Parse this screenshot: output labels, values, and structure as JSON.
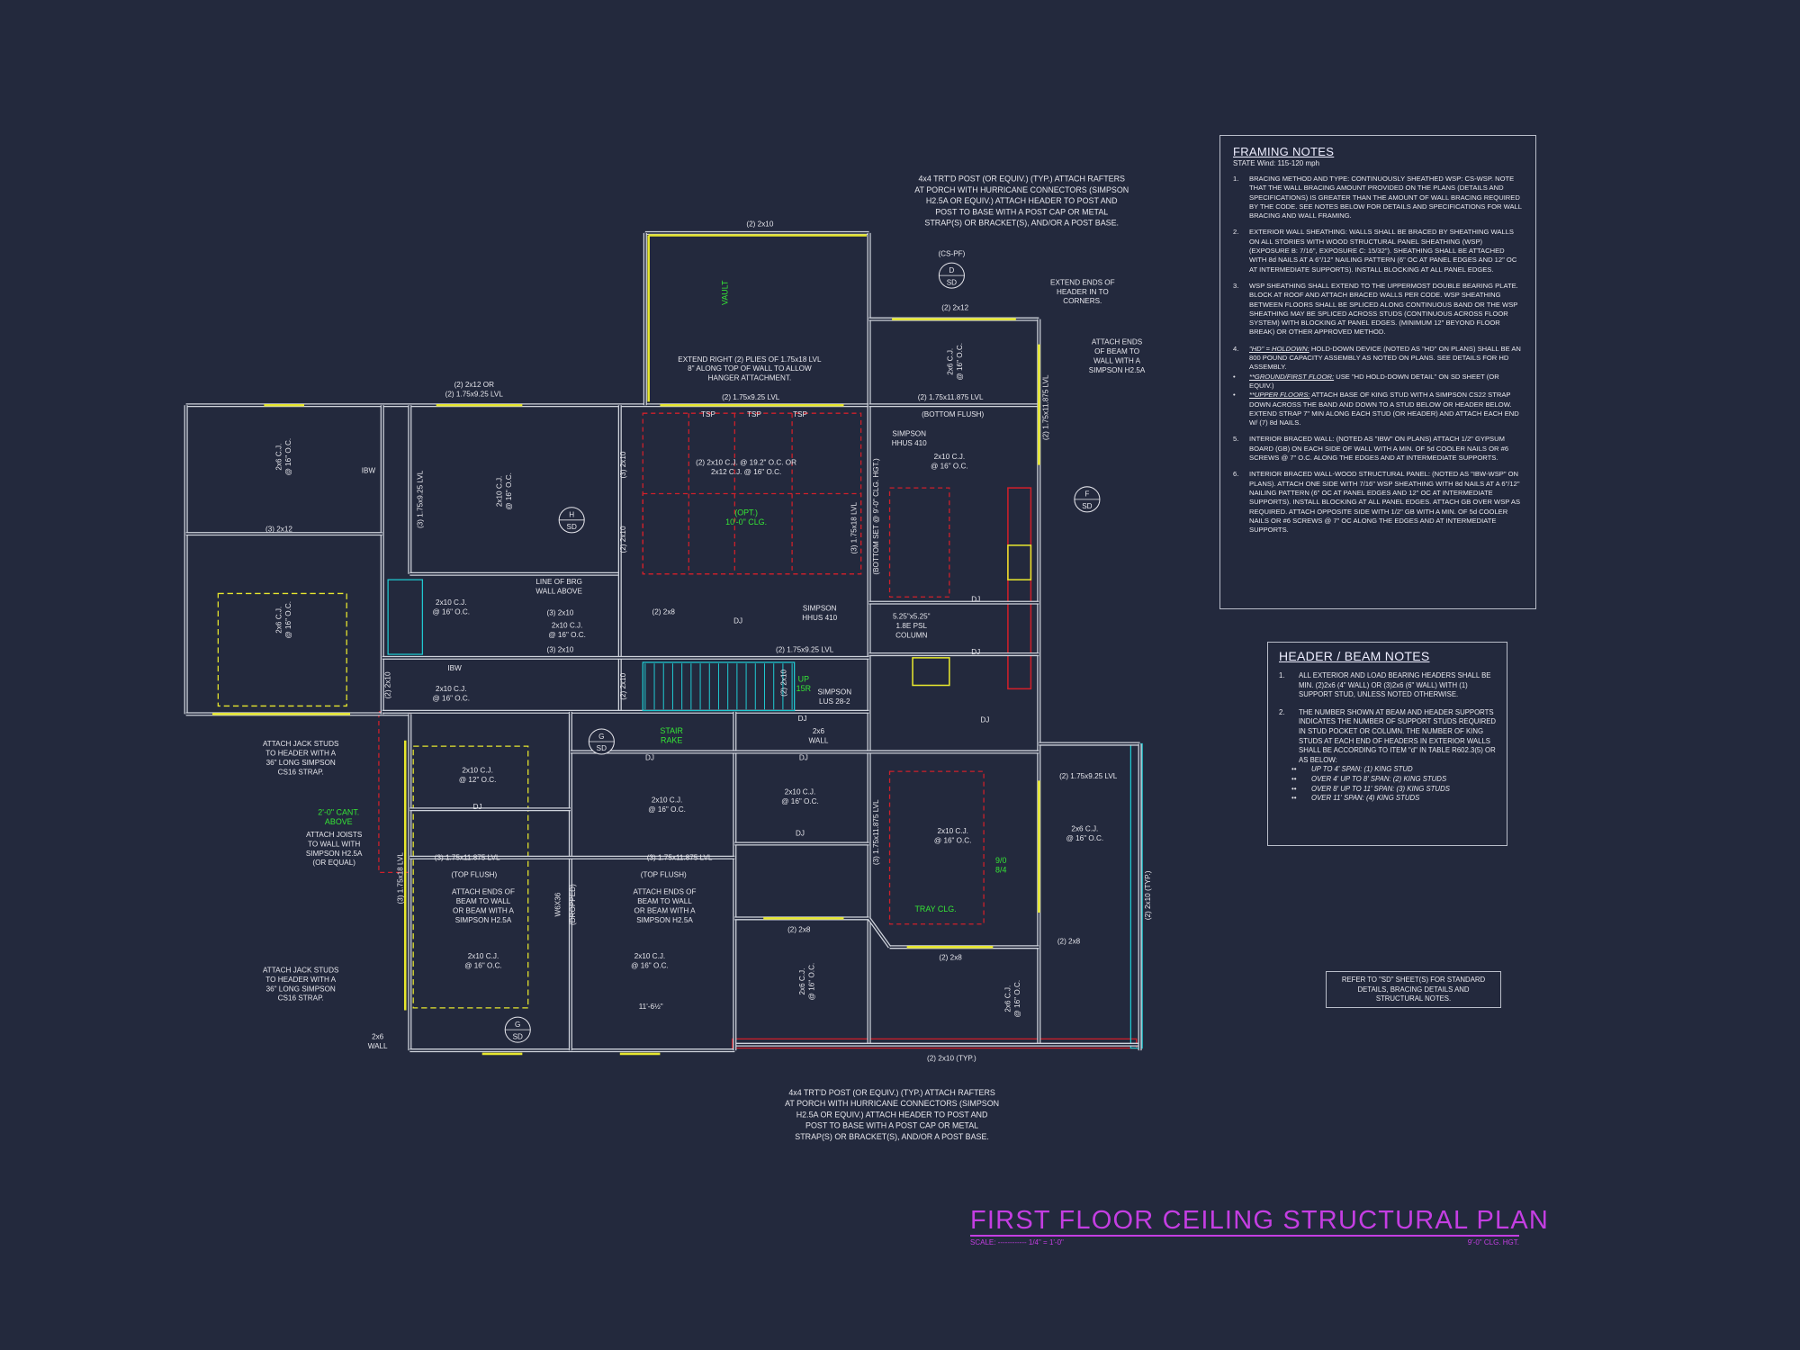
{
  "colors": {
    "background": "#23293d",
    "walls": "#cfd3dc",
    "headers": "#e6e62e",
    "joist_areas": "#d0202a",
    "highlights": "#35e635",
    "stair": "#20c8d0",
    "title": "#c43ee2"
  },
  "framing_notes": {
    "title": "FRAMING NOTES",
    "subtitle": "STATE Wind: 115-120 mph",
    "items": [
      {
        "num": "1.",
        "text": "BRACING METHOD AND TYPE: CONTINUOUSLY SHEATHED WSP: CS-WSP. NOTE THAT THE WALL BRACING AMOUNT PROVIDED ON THE PLANS (DETAILS AND SPECIFICATIONS) IS GREATER THAN THE AMOUNT OF WALL BRACING REQUIRED BY THE CODE. SEE NOTES BELOW FOR DETAILS AND SPECIFICATIONS FOR WALL BRACING AND WALL FRAMING."
      },
      {
        "num": "2.",
        "text": "EXTERIOR WALL SHEATHING: WALLS SHALL BE BRACED BY SHEATHING WALLS ON ALL STORIES WITH WOOD STRUCTURAL PANEL SHEATHING (WSP) (EXPOSURE B: 7/16\", EXPOSURE C: 15/32\"). SHEATHING SHALL BE ATTACHED WITH 8d NAILS AT A 6\"/12\" NAILING PATTERN (6\" OC AT PANEL EDGES AND 12\" OC AT INTERMEDIATE SUPPORTS). INSTALL BLOCKING AT ALL PANEL EDGES."
      },
      {
        "num": "3.",
        "text": "WSP SHEATHING SHALL EXTEND TO THE UPPERMOST DOUBLE BEARING PLATE. BLOCK AT ROOF AND ATTACH BRACED WALLS PER CODE. WSP SHEATHING BETWEEN FLOORS SHALL BE SPLICED ALONG CONTINUOUS BAND OR THE WSP SHEATHING MAY BE SPLICED ACROSS STUDS (CONTINUOUS ACROSS FLOOR SYSTEM) WITH BLOCKING AT PANEL EDGES. (MINIMUM 12\" BEYOND FLOOR BREAK) OR OTHER APPROVED METHOD."
      },
      {
        "num": "4.",
        "lead": "\"HD\" = HOLDOWN:",
        "text": "HOLD-DOWN DEVICE (NOTED AS \"HD\" ON PLANS) SHALL BE AN 800 POUND CAPACITY ASSEMBLY AS NOTED ON PLANS. SEE DETAILS FOR HD ASSEMBLY."
      },
      {
        "num": "•",
        "lead": "**GROUND/FIRST FLOOR:",
        "text": "USE \"HD HOLD-DOWN DETAIL\" ON SD SHEET (OR EQUIV.)"
      },
      {
        "num": "•",
        "lead": "**UPPER FLOORS:",
        "text": "ATTACH BASE OF KING STUD WITH A SIMPSON CS22 STRAP DOWN ACROSS THE BAND AND DOWN TO A STUD BELOW OR HEADER BELOW. EXTEND STRAP 7\" MIN ALONG EACH STUD (OR HEADER) AND ATTACH EACH END W/ (7) 8d NAILS."
      },
      {
        "num": "5.",
        "text": "INTERIOR BRACED WALL: (NOTED AS \"IBW\" ON PLANS) ATTACH 1/2\" GYPSUM BOARD (GB) ON EACH SIDE OF WALL WITH A MIN. OF 5d COOLER NAILS OR #6 SCREWS @ 7\" O.C. ALONG THE EDGES AND AT INTERMEDIATE SUPPORTS."
      },
      {
        "num": "6.",
        "text": "INTERIOR BRACED WALL-WOOD STRUCTURAL PANEL: (NOTED AS \"IBW-WSP\" ON PLANS). ATTACH ONE SIDE WITH 7/16\" WSP SHEATHING WITH 8d NAILS AT A 6\"/12\" NAILING PATTERN (6\" OC AT PANEL EDGES AND 12\" OC AT INTERMEDIATE SUPPORTS). INSTALL BLOCKING AT ALL PANEL EDGES. ATTACH GB OVER WSP AS REQUIRED. ATTACH OPPOSITE SIDE WITH 1/2\" GB WITH A MIN. OF 5d COOLER NAILS OR #6 SCREWS @ 7\" OC ALONG THE EDGES AND AT INTERMEDIATE SUPPORTS."
      }
    ]
  },
  "header_notes": {
    "title": "HEADER / BEAM NOTES",
    "items": [
      {
        "num": "1.",
        "text": "ALL EXTERIOR AND LOAD BEARING HEADERS SHALL BE MIN. (2)2x6 (4\" WALL) OR (3)2x6 (6\" WALL) WITH (1) SUPPORT STUD, UNLESS NOTED OTHERWISE."
      },
      {
        "num": "2.",
        "text": "THE NUMBER SHOWN AT BEAM AND HEADER SUPPORTS INDICATES THE NUMBER OF SUPPORT STUDS REQUIRED IN STUD POCKET OR COLUMN. THE NUMBER OF KING STUDS AT EACH END OF HEADERS IN EXTERIOR WALLS SHALL BE ACCORDING TO ITEM \"d\" IN TABLE R602.3(5) OR AS BELOW:"
      }
    ],
    "bullets": [
      "UP TO 4' SPAN: (1) KING STUD",
      "OVER 4' UP TO 8' SPAN: (2) KING STUDS",
      "OVER 8' UP TO 11' SPAN: (3) KING STUDS",
      "OVER 11' SPAN: (4) KING STUDS"
    ],
    "bullet_mark": "••"
  },
  "refer_note": "REFER TO \"SD\" SHEET(S) FOR STANDARD DETAILS, BRACING DETAILS AND STRUCTURAL NOTES.",
  "title_block": {
    "title": "FIRST FLOOR CEILING STRUCTURAL PLAN",
    "scale": "SCALE: ------------ 1/4\" = 1'-0\"",
    "ceiling_height": "9'-0\" CLG. HGT."
  },
  "plan": {
    "section_markers": [
      {
        "id": "D",
        "sheet": "SD"
      },
      {
        "id": "H",
        "sheet": "SD"
      },
      {
        "id": "F",
        "sheet": "SD"
      },
      {
        "id": "G",
        "sheet": "SD"
      },
      {
        "id": "G",
        "sheet": "SD"
      }
    ],
    "labels": [
      {
        "lines": [
          "(2) 2x10"
        ]
      },
      {
        "lines": [
          "4x4 TRT'D POST (OR EQUIV.) (TYP.) ATTACH RAFTERS",
          "AT PORCH WITH HURRICANE CONNECTORS (SIMPSON",
          "H2.5A OR EQUIV.) ATTACH HEADER TO POST AND",
          "POST TO BASE WITH A POST CAP OR METAL",
          "STRAP(S) OR BRACKET(S), AND/OR A POST BASE."
        ]
      },
      {
        "lines": [
          "(CS-PF)"
        ]
      },
      {
        "lines": [
          "EXTEND ENDS OF",
          "HEADER IN TO",
          "CORNERS."
        ]
      },
      {
        "lines": [
          "(2) 2x12"
        ]
      },
      {
        "lines": [
          "VAULT"
        ],
        "green": true
      },
      {
        "lines": [
          "ATTACH ENDS",
          "OF BEAM TO",
          "WALL WITH A",
          "SIMPSON H2.5A"
        ]
      },
      {
        "lines": [
          "EXTEND RIGHT (2) PLIES OF 1.75x18 LVL",
          "8\" ALONG TOP OF WALL TO ALLOW",
          "HANGER ATTACHMENT."
        ]
      },
      {
        "lines": [
          "(2) 2x12 OR",
          "(2) 1.75x9.25 LVL"
        ]
      },
      {
        "lines": [
          "(2) 1.75x9.25 LVL"
        ]
      },
      {
        "lines": [
          "TSP"
        ]
      },
      {
        "lines": [
          "TSP"
        ]
      },
      {
        "lines": [
          "TSP"
        ]
      },
      {
        "lines": [
          "(2) 1.75x11.875 LVL"
        ]
      },
      {
        "lines": [
          "(BOTTOM FLUSH)"
        ]
      },
      {
        "lines": [
          "(2) 1.75x11.875 LVL"
        ]
      },
      {
        "lines": [
          "SIMPSON",
          "HHUS 410"
        ]
      },
      {
        "lines": [
          "2x6 C.J.",
          "@ 16\" O.C."
        ]
      },
      {
        "lines": [
          "2x6 C.J.",
          "@ 16\" O.C."
        ]
      },
      {
        "lines": [
          "IBW"
        ]
      },
      {
        "lines": [
          "(3) 2x12"
        ]
      },
      {
        "lines": [
          "2x6 C.J.",
          "@ 16\" O.C."
        ]
      },
      {
        "lines": [
          "(3) 1.75x9.25 LVL"
        ]
      },
      {
        "lines": [
          "2x10 C.J.",
          "@ 16\" O.C."
        ]
      },
      {
        "lines": [
          "(3) 2x10"
        ]
      },
      {
        "lines": [
          "(2) 2x10"
        ]
      },
      {
        "lines": [
          "(2) 2x10 C.J. @ 19.2\" O.C. OR",
          "2x12 C.J. @ 16\" O.C."
        ]
      },
      {
        "lines": [
          "2x10 C.J.",
          "@ 16\" O.C."
        ]
      },
      {
        "lines": [
          "(OPT.)",
          "10'-0\" CLG."
        ],
        "green": true
      },
      {
        "lines": [
          "(3) 1.75x18 LVL"
        ]
      },
      {
        "lines": [
          "(BOTTOM SET @ 9'-0\" CLG. HGT.)"
        ]
      },
      {
        "lines": [
          "LINE OF BRG",
          "WALL ABOVE"
        ]
      },
      {
        "lines": [
          "2x10 C.J.",
          "@ 16\" O.C."
        ]
      },
      {
        "lines": [
          "(3) 2x10"
        ]
      },
      {
        "lines": [
          "2x10 C.J.",
          "@ 16\" O.C."
        ]
      },
      {
        "lines": [
          "(3) 2x10"
        ]
      },
      {
        "lines": [
          "(2) 2x8"
        ]
      },
      {
        "lines": [
          "DJ"
        ]
      },
      {
        "lines": [
          "SIMPSON",
          "HHUS 410"
        ]
      },
      {
        "lines": [
          "5.25\"x5.25\"",
          "1.8E PSL",
          "COLUMN"
        ]
      },
      {
        "lines": [
          "DJ"
        ]
      },
      {
        "lines": [
          "DJ"
        ]
      },
      {
        "lines": [
          "(2) 1.75x9.25 LVL"
        ]
      },
      {
        "lines": [
          "IBW"
        ]
      },
      {
        "lines": [
          "(2) 2x10"
        ]
      },
      {
        "lines": [
          "2x10 C.J.",
          "@ 16\" O.C."
        ]
      },
      {
        "lines": [
          "(2) 2x10"
        ]
      },
      {
        "lines": [
          "(2) 2x10"
        ]
      },
      {
        "lines": [
          "UP",
          "15R"
        ],
        "green": true
      },
      {
        "lines": [
          "SIMPSON",
          "LUS 28-2"
        ]
      },
      {
        "lines": [
          "DJ"
        ]
      },
      {
        "lines": [
          "STAIR",
          "RAKE"
        ],
        "green": true
      },
      {
        "lines": [
          "2x6",
          "WALL"
        ]
      },
      {
        "lines": [
          "DJ"
        ]
      },
      {
        "lines": [
          "DJ"
        ]
      },
      {
        "lines": [
          "DJ"
        ]
      },
      {
        "lines": [
          "(2) 1.75x9.25 LVL"
        ]
      },
      {
        "lines": [
          "2x10 C.J.",
          "@ 12\" O.C."
        ]
      },
      {
        "lines": [
          "DJ"
        ]
      },
      {
        "lines": [
          "2x10 C.J.",
          "@ 16\" O.C."
        ]
      },
      {
        "lines": [
          "2x10 C.J.",
          "@ 16\" O.C."
        ]
      },
      {
        "lines": [
          "DJ"
        ]
      },
      {
        "lines": [
          "2x10 C.J.",
          "@ 16\" O.C."
        ]
      },
      {
        "lines": [
          "2x6 C.J.",
          "@ 16\" O.C."
        ]
      },
      {
        "lines": [
          "ATTACH JACK STUDS",
          "TO HEADER WITH A",
          "36\" LONG SIMPSON",
          "CS16 STRAP."
        ]
      },
      {
        "lines": [
          "2'-0\" CANT.",
          "ABOVE"
        ],
        "green": true
      },
      {
        "lines": [
          "ATTACH JOISTS",
          "TO WALL WITH",
          "SIMPSON H2.5A",
          "(OR EQUAL)"
        ]
      },
      {
        "lines": [
          "(3) 1.75x11.875 LVL"
        ]
      },
      {
        "lines": [
          "(TOP FLUSH)"
        ]
      },
      {
        "lines": [
          "(3) 1.75x11.875 LVL"
        ]
      },
      {
        "lines": [
          "(TOP FLUSH)"
        ]
      },
      {
        "lines": [
          "(3) 1.75x18 LVL"
        ]
      },
      {
        "lines": [
          "W6X36"
        ]
      },
      {
        "lines": [
          "(DROPPED)"
        ]
      },
      {
        "lines": [
          "(3) 1.75x11.875 LVL"
        ]
      },
      {
        "lines": [
          "ATTACH ENDS OF",
          "BEAM TO WALL",
          "OR BEAM WITH A",
          "SIMPSON H2.5A"
        ]
      },
      {
        "lines": [
          "ATTACH ENDS OF",
          "BEAM TO WALL",
          "OR BEAM WITH A",
          "SIMPSON H2.5A"
        ]
      },
      {
        "lines": [
          "9/0",
          "8/4"
        ],
        "green": true
      },
      {
        "lines": [
          "TRAY CLG."
        ],
        "green": true
      },
      {
        "lines": [
          "(2) 2x10 (TYP.)"
        ]
      },
      {
        "lines": [
          "(2) 2x8"
        ]
      },
      {
        "lines": [
          "(2) 2x8"
        ]
      },
      {
        "lines": [
          "(2) 2x8"
        ]
      },
      {
        "lines": [
          "2x10 C.J.",
          "@ 16\" O.C."
        ]
      },
      {
        "lines": [
          "2x10 C.J.",
          "@ 16\" O.C."
        ]
      },
      {
        "lines": [
          "11'-6½\""
        ]
      },
      {
        "lines": [
          "2x6 C.J.",
          "@ 16\" O.C."
        ]
      },
      {
        "lines": [
          "2x6 C.J.",
          "@ 16\" O.C."
        ]
      },
      {
        "lines": [
          "ATTACH JACK STUDS",
          "TO HEADER WITH A",
          "36\" LONG SIMPSON",
          "CS16 STRAP."
        ]
      },
      {
        "lines": [
          "2x6",
          "WALL"
        ]
      },
      {
        "lines": [
          "(2) 2x10 (TYP.)"
        ]
      },
      {
        "lines": [
          "4x4 TRT'D POST (OR EQUIV.) (TYP.) ATTACH RAFTERS",
          "AT PORCH WITH HURRICANE CONNECTORS (SIMPSON",
          "H2.5A OR EQUIV.) ATTACH HEADER TO POST AND",
          "POST TO BASE WITH A POST CAP OR METAL",
          "STRAP(S) OR BRACKET(S), AND/OR A POST BASE."
        ]
      }
    ]
  }
}
